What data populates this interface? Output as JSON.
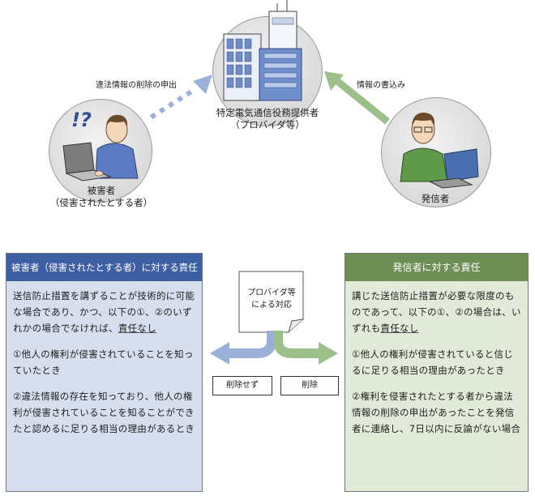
{
  "top": {
    "provider_label_line1": "特定電気通信役務提供者",
    "provider_label_line2": "（プロバイダ等）",
    "victim_label_line1": "被害者",
    "victim_label_line2": "（侵害されたとする者）",
    "sender_label": "発信者",
    "arrow_left_label": "違法情報の削除の申出",
    "arrow_right_label": "情報の書込み",
    "victim_exclaim": "!?"
  },
  "note": {
    "line1": "プロバイダ等",
    "line2": "による対応"
  },
  "buttons": {
    "no_delete": "削除せず",
    "delete": "削除"
  },
  "left_panel": {
    "title": "被害者（侵害されたとする者）に対する責任",
    "para1_prefix": "送信防止措置を講ずることが技術的に可能な場合であり、かつ、以下の①、②のいずれかの場合でなければ、",
    "para1_emph": "責任なし",
    "item1": "①他人の権利が侵害されていることを知っていたとき",
    "item2": "②違法情報の存在を知っており、他人の権利が侵害されていることを知ることができたと認めるに足りる相当の理由があるとき"
  },
  "right_panel": {
    "title": "発信者に対する責任",
    "para1_prefix": "講じた送信防止措置が必要な限度のものであって、以下の①、②の場合は、いずれも",
    "para1_emph": "責任なし",
    "item1": "①他人の権利が侵害されていると信じるに足りる相当の理由があったとき",
    "item2": "②権利を侵害されたとする者から違法情報の削除の申出があったことを発信者に連絡し、7日以内に反論がない場合"
  },
  "colors": {
    "left_head_bg": "#3f5fa3",
    "left_body_bg": "#d7deee",
    "right_head_bg": "#6d8f55",
    "right_body_bg": "#e2ebd9",
    "arrow_blue": "#9ab0d8",
    "arrow_green": "#9cc08a"
  }
}
